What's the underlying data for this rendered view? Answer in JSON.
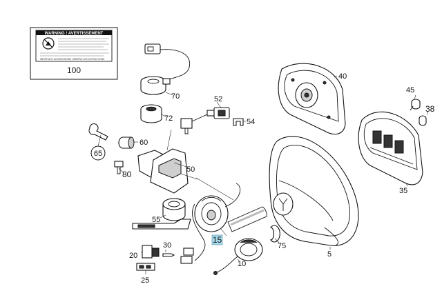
{
  "warning_label": {
    "title": "WARNING ! AVERTISSEMENT",
    "footnote": "IMPORTANT: AU DEMONTAGE OBSERVE LES INSTRUCTIONS",
    "part_number": "100"
  },
  "callouts": {
    "p5": "5",
    "p10": "10",
    "p15": "15",
    "p20": "20",
    "p25": "25",
    "p30": "30",
    "p35": "35",
    "p38": "38",
    "p40": "40",
    "p45": "45",
    "p50": "50",
    "p52": "52",
    "p54": "54",
    "p55": "55",
    "p60": "60",
    "p65": "65",
    "p70": "70",
    "p72": "72",
    "p75": "75",
    "p80": "80"
  },
  "colors": {
    "highlight": "#a8dcec",
    "line": "#111111"
  }
}
